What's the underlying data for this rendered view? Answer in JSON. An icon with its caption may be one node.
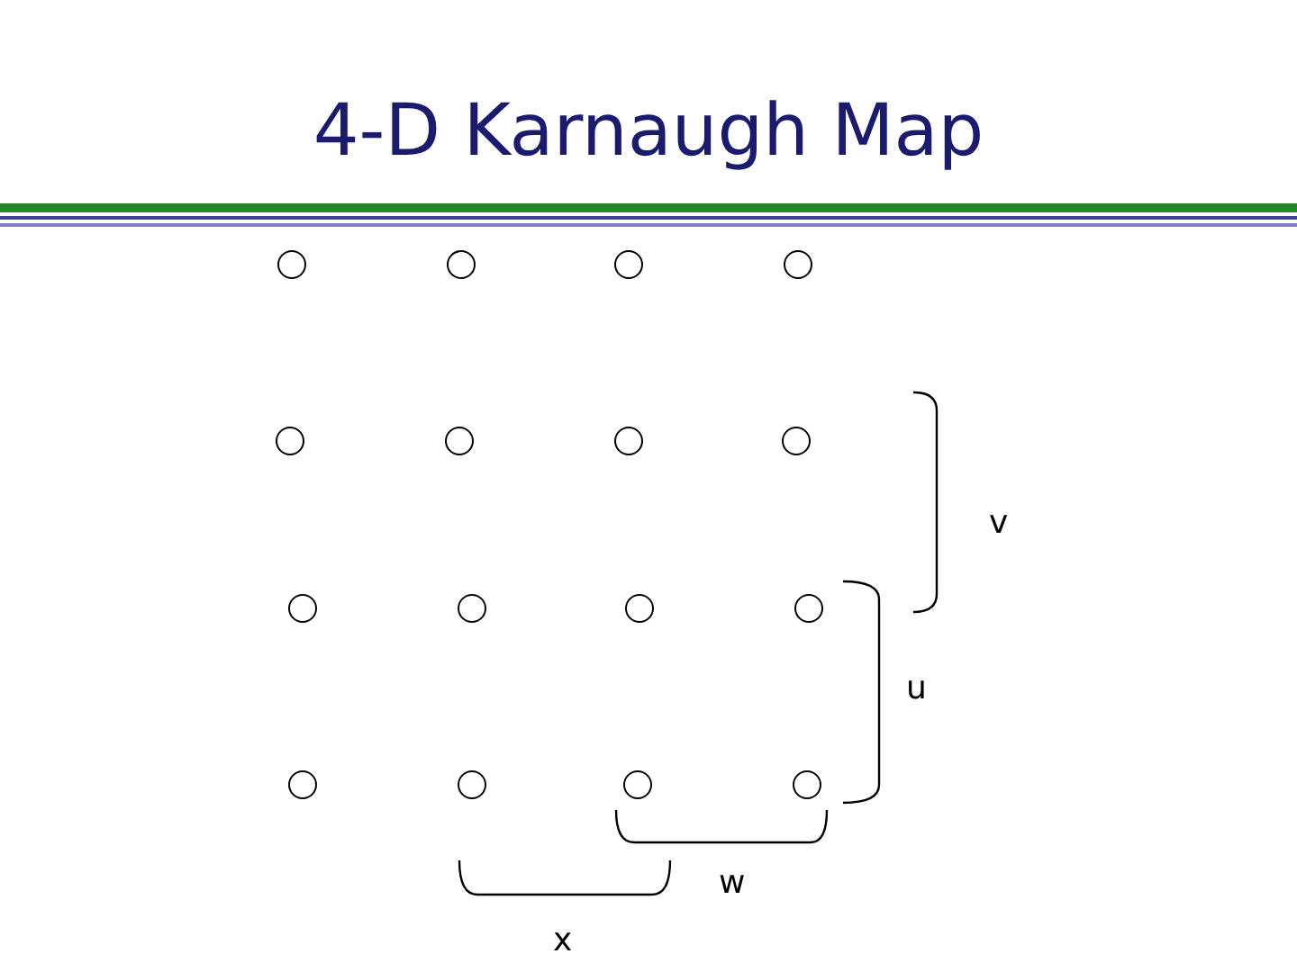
{
  "diagram": {
    "title": "4-D Karnaugh Map",
    "nodes": [
      {
        "text": [],
        "shape": "circle"
      },
      {
        "text": [],
        "shape": "circle"
      },
      {
        "text": [],
        "shape": "circle"
      },
      {
        "text": [],
        "shape": "circle"
      },
      {
        "text": [],
        "shape": "circle"
      },
      {
        "text": [],
        "shape": "circle"
      },
      {
        "text": [],
        "shape": "circle"
      },
      {
        "text": [],
        "shape": "circle"
      },
      {
        "text": [],
        "shape": "circle"
      },
      {
        "text": [],
        "shape": "circle"
      },
      {
        "text": [],
        "shape": "circle"
      },
      {
        "text": [],
        "shape": "circle"
      },
      {
        "text": [],
        "shape": "circle"
      },
      {
        "text": [],
        "shape": "circle"
      },
      {
        "text": [],
        "shape": "circle"
      },
      {
        "text": [],
        "shape": "circle"
      }
    ],
    "labels": [
      "v",
      "u",
      "w",
      "x"
    ]
  }
}
